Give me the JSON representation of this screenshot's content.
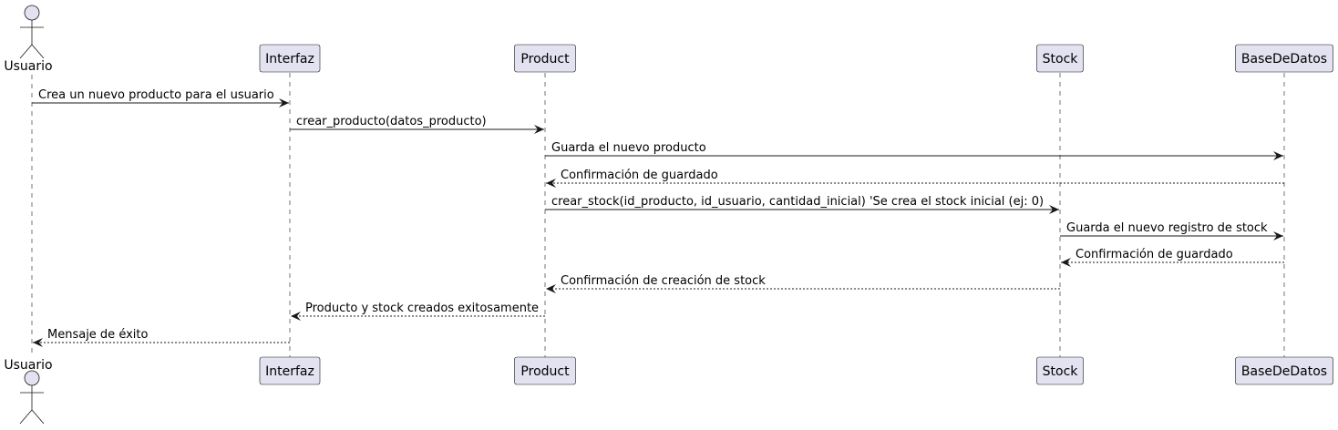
{
  "colors": {
    "participant_fill": "#e2e2f0",
    "participant_stroke": "#181818",
    "lifeline": "#181818",
    "arrow": "#181818"
  },
  "participants": [
    {
      "id": "usuario",
      "label": "Usuario",
      "kind": "actor"
    },
    {
      "id": "interfaz",
      "label": "Interfaz",
      "kind": "participant"
    },
    {
      "id": "product",
      "label": "Product",
      "kind": "participant"
    },
    {
      "id": "stock",
      "label": "Stock",
      "kind": "participant"
    },
    {
      "id": "bd",
      "label": "BaseDeDatos",
      "kind": "participant"
    }
  ],
  "messages": [
    {
      "from": "usuario",
      "to": "interfaz",
      "label": "Crea un nuevo producto para el usuario",
      "style": "solid"
    },
    {
      "from": "interfaz",
      "to": "product",
      "label": "crear_producto(datos_producto)",
      "style": "solid"
    },
    {
      "from": "product",
      "to": "bd",
      "label": "Guarda el nuevo producto",
      "style": "solid"
    },
    {
      "from": "bd",
      "to": "product",
      "label": "Confirmación de guardado",
      "style": "dashed"
    },
    {
      "from": "product",
      "to": "stock",
      "label": "crear_stock(id_producto, id_usuario, cantidad_inicial) 'Se crea el stock inicial (ej: 0)",
      "style": "solid"
    },
    {
      "from": "stock",
      "to": "bd",
      "label": "Guarda el nuevo registro de stock",
      "style": "solid"
    },
    {
      "from": "bd",
      "to": "stock",
      "label": "Confirmación de guardado",
      "style": "dashed"
    },
    {
      "from": "stock",
      "to": "product",
      "label": "Confirmación de creación de stock",
      "style": "dashed"
    },
    {
      "from": "product",
      "to": "interfaz",
      "label": "Producto y stock creados exitosamente",
      "style": "dashed"
    },
    {
      "from": "interfaz",
      "to": "usuario",
      "label": "Mensaje de éxito",
      "style": "dashed"
    }
  ]
}
